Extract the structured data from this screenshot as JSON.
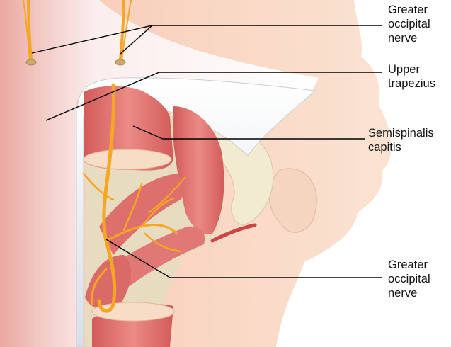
{
  "labels": {
    "greater_occipital_top": [
      "Greater",
      "occipital",
      "nerve"
    ],
    "upper_trapezius": [
      "Upper",
      "trapezius"
    ],
    "semispinalis_capitis": [
      "Semispinalis",
      "capitis"
    ],
    "greater_occipital_bottom": [
      "Greater",
      "occipital",
      "nerve"
    ]
  },
  "colors": {
    "skin": "#f9dcc8",
    "skin_shadow": "#f0c2a8",
    "muscle": "#e0706e",
    "muscle_light": "#f0a09a",
    "muscle_dark": "#c0504e",
    "nerve": "#f5a623",
    "fascia": "#eef1f5",
    "bone": "#f3ead2",
    "leader_line": "#000000"
  }
}
